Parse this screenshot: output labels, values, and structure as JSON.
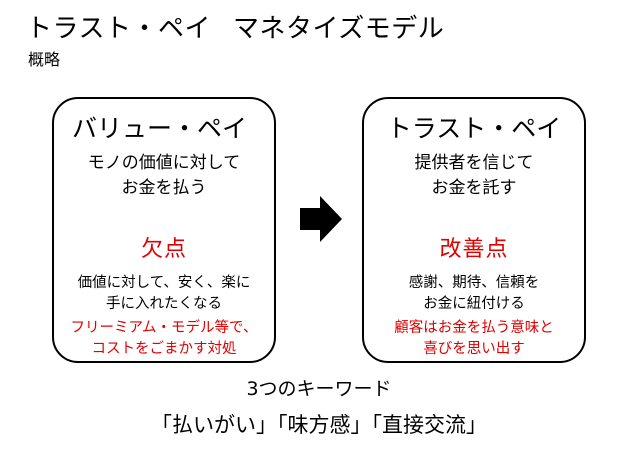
{
  "header": {
    "title_main": "トラスト・ペイ",
    "title_sub": "マネタイズモデル",
    "subtitle": "概略"
  },
  "left_box": {
    "title": "バリュー・ペイ",
    "desc_line1": "モノの価値に対して",
    "desc_line2": "お金を払う",
    "label": "欠点",
    "body_line1": "価値に対して、安く、楽に",
    "body_line2": "手に入れたくなる",
    "note_line1": "フリーミアム・モデル等で、",
    "note_line2": "コストをごまかす対処"
  },
  "right_box": {
    "title": "トラスト・ペイ",
    "desc_line1": "提供者を信じて",
    "desc_line2": "お金を託す",
    "label": "改善点",
    "body_line1": "感謝、期待、信頼を",
    "body_line2": "お金に紐付ける",
    "note_line1": "顧客はお金を払う意味と",
    "note_line2": "喜びを思い出す"
  },
  "keywords": {
    "caption": "3つのキーワード",
    "list": "「払いがい」「味方感」「直接交流」"
  },
  "icons": {
    "arrow": "arrow-right-icon"
  },
  "colors": {
    "accent_red": "#e00000",
    "text": "#000000"
  }
}
